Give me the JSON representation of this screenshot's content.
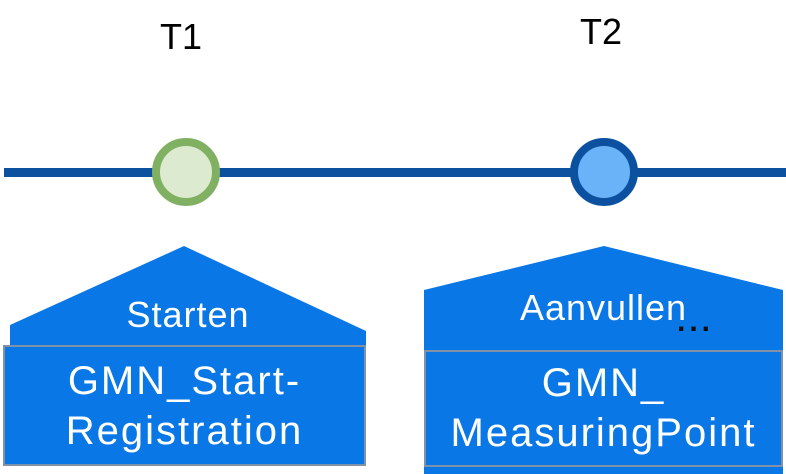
{
  "diagram": {
    "background": "#ffffff",
    "timeline": {
      "line_color": "#0C51A0",
      "points": [
        {
          "label": "T1",
          "marker_ring_color": "#80B061",
          "marker_fill_color": "#DCEACF"
        },
        {
          "label": "T2",
          "marker_ring_color": "#0C51A0",
          "marker_fill_color": "#6AB3F8"
        }
      ]
    },
    "events": [
      {
        "action_label": "Starten",
        "box_title_line1": "GMN_Start-",
        "box_title_line2": "Registration",
        "shape_color": "#0A77E6",
        "box_border_color": "#8091A8",
        "text_color": "#ffffff"
      },
      {
        "action_label": "Aanvullen",
        "ellipsis": "...",
        "box_title_line1": "GMN_",
        "box_title_line2": "MeasuringPoint",
        "shape_color": "#0A77E6",
        "box_border_color": "#8091A8",
        "text_color": "#ffffff"
      }
    ]
  }
}
